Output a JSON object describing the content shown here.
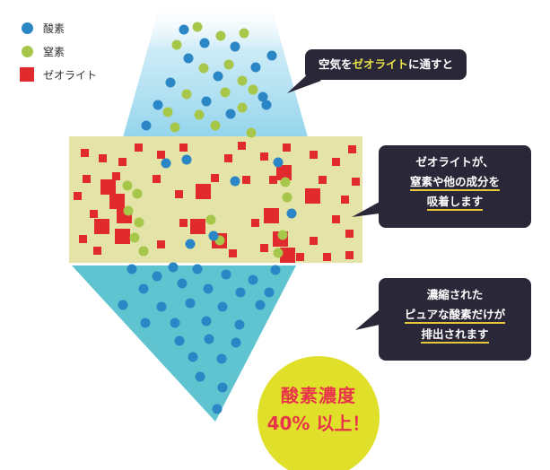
{
  "legend": [
    {
      "label": "酸素",
      "color": "#2a86c4",
      "shape": "circle"
    },
    {
      "label": "窒素",
      "color": "#a6c74a",
      "shape": "circle"
    },
    {
      "label": "ゼオライト",
      "color": "#e02a2e",
      "shape": "square"
    }
  ],
  "callouts": {
    "air": {
      "parts": [
        {
          "text": "空気を",
          "hl": false
        },
        {
          "text": "ゼオライト",
          "hl": true
        },
        {
          "text": "に通すと",
          "hl": false
        }
      ]
    },
    "adsorb": {
      "line1": "ゼオライトが、",
      "line2": "窒素や他の成分を",
      "line3": "吸着します"
    },
    "pure": {
      "line1": "濃縮された",
      "line2": "ピュアな酸素だけが",
      "line3": "排出されます"
    }
  },
  "result": {
    "line1": "酸素濃度",
    "line2": "40% 以上！"
  },
  "colors": {
    "oxygen": "#2a86c4",
    "nitrogen": "#a6c74a",
    "zeolite": "#e02a2e",
    "filter_band": "#e4e3a8",
    "arrow": "#5fc4d0",
    "beam": "#9fd9ee",
    "callout_bg": "#2a2838",
    "highlight": "#e8e24a",
    "result_circle": "#e0e02a",
    "result_text": "#e8344a"
  }
}
